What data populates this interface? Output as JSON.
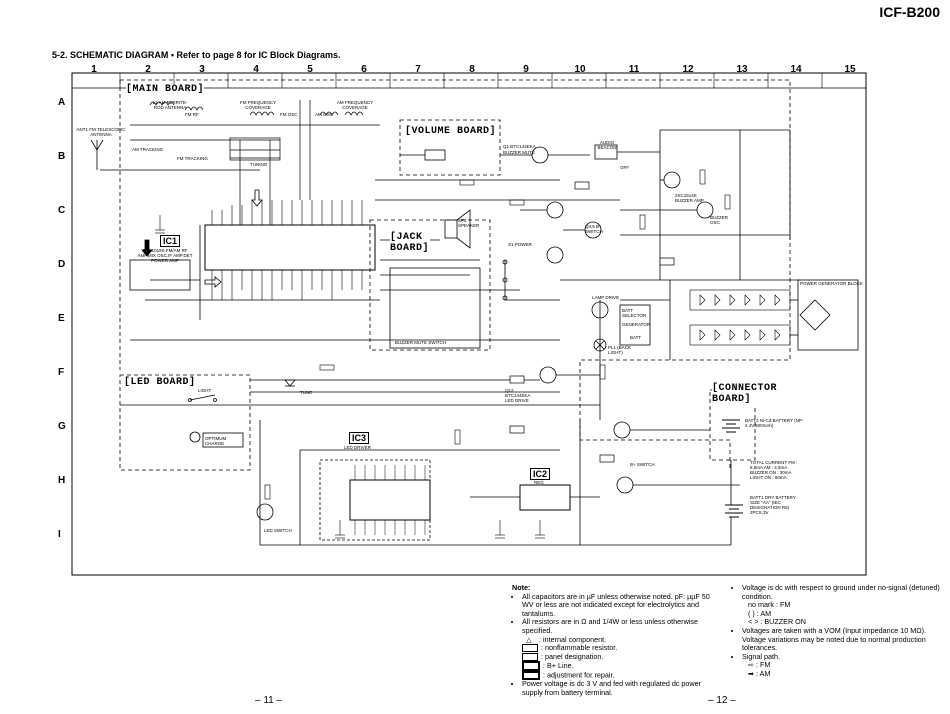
{
  "header": {
    "model": "ICF-B200"
  },
  "section": {
    "title": "5-2. SCHEMATIC DIAGRAM • Refer to page 8 for IC Block Diagrams."
  },
  "grid": {
    "columns": [
      "1",
      "2",
      "3",
      "4",
      "5",
      "6",
      "7",
      "8",
      "9",
      "10",
      "11",
      "12",
      "13",
      "14",
      "15"
    ],
    "rows": [
      "A",
      "B",
      "C",
      "D",
      "E",
      "F",
      "G",
      "H",
      "I"
    ]
  },
  "boards": {
    "main": "[MAIN BOARD]",
    "volume": "[VOLUME BOARD]",
    "jack": "[JACK BOARD]",
    "led": "[LED BOARD]",
    "connector": "[CONNECTOR BOARD]"
  },
  "ics": {
    "ic1": "IC1",
    "ic2": "IC2",
    "ic3": "IC3"
  },
  "components": {
    "ant": "ANT1 FM TELESCOPIC ANTENNA",
    "l1": "L1 AM FERRITE-ROD ANTENNA",
    "fm_freq": "FM FREQUENCY COVERAGE",
    "am_freq": "AM FREQUENCY COVERAGE",
    "fm_osc": "FM OSC",
    "am_osc": "AM OSC",
    "fm_rf": "FM RF",
    "fm_tracking": "FM TRACKING",
    "am_tracking": "AM TRACKING",
    "tuning": "TUNING",
    "ic1_desc": "CXA1019S FM/AM RF AMP,MIX OSC,IF AMP,DET POWER AMP",
    "buzzer_mute": "BUZZER MUTE",
    "q1": "Q1 BTC144EKA",
    "audio_beacon": "AUDIO BEACON",
    "off": "OFF",
    "sp1": "SP1 SPEAKER",
    "s1": "S1 POWER",
    "q3": "Q3,5 B+ SWITCH",
    "buzzer_amp": "2SC1514K BUZZER AMP",
    "buzzer_osc": "BUZZER OSC",
    "buzzer_mute_sw": "BUZZER MUTE SWITCH",
    "lamp_drive": "LAMP DRIVE",
    "batt_selector": "BATT SELECTOR",
    "generator": "GENERATOR",
    "batt": "BATT",
    "pl1": "PL1 (BACK LIGHT)",
    "power_gen": "POWER GENERATOR BLOCK",
    "led_drive": "Q12 BTC144EKA LED DRIVE",
    "tune": "TUNE",
    "light": "LIGHT",
    "optimum": "OPTIMUM CHARGE",
    "ic3_desc": "LED DRIVER",
    "ic2_desc": "REG",
    "led_switch": "LED SWITCH",
    "q7": "B+ SWITCH",
    "batt2": "BATT2 Ni-Cd BATTERY (NP-2.4V,500mAh)",
    "batt1": "BATT1 DRY BATTERY SIZE \"AA\" (IEC DESIGNATION R6) 2PCS,3V",
    "total_current": "TOTAL CURRENT FM : 6.8mA AM : 4.5mA BUZZER ON : 30mA LIGHT ON : 60mA"
  },
  "notes": {
    "title": "Note:",
    "left": [
      "All capacitors are in µF unless otherwise noted. pF: µµF 50 WV or less are not indicated except for electrolytics and tantalums.",
      "All resistors are in Ω and 1/4W or less unless otherwise specified.",
      ": internal component.",
      ": nonflammable resistor.",
      ": panel designation.",
      ": B+ Line.",
      ": adjustment for repair.",
      "Power voltage is dc 3 V and fed with regulated dc power supply from battery terminal."
    ],
    "right": [
      "Voltage is dc with respect to ground under no-signal (detuned) condition.",
      "no mark : FM",
      "(      ) : AM",
      "<      > : BUZZER ON",
      "Voltages are taken with a VOM (Input impedance 10 MΩ). Voltage variations may be noted due to normal production tolerances.",
      "Signal path.",
      ": FM",
      ": AM"
    ]
  },
  "footer": {
    "page_left": "– 11 –",
    "page_right": "– 12 –"
  }
}
